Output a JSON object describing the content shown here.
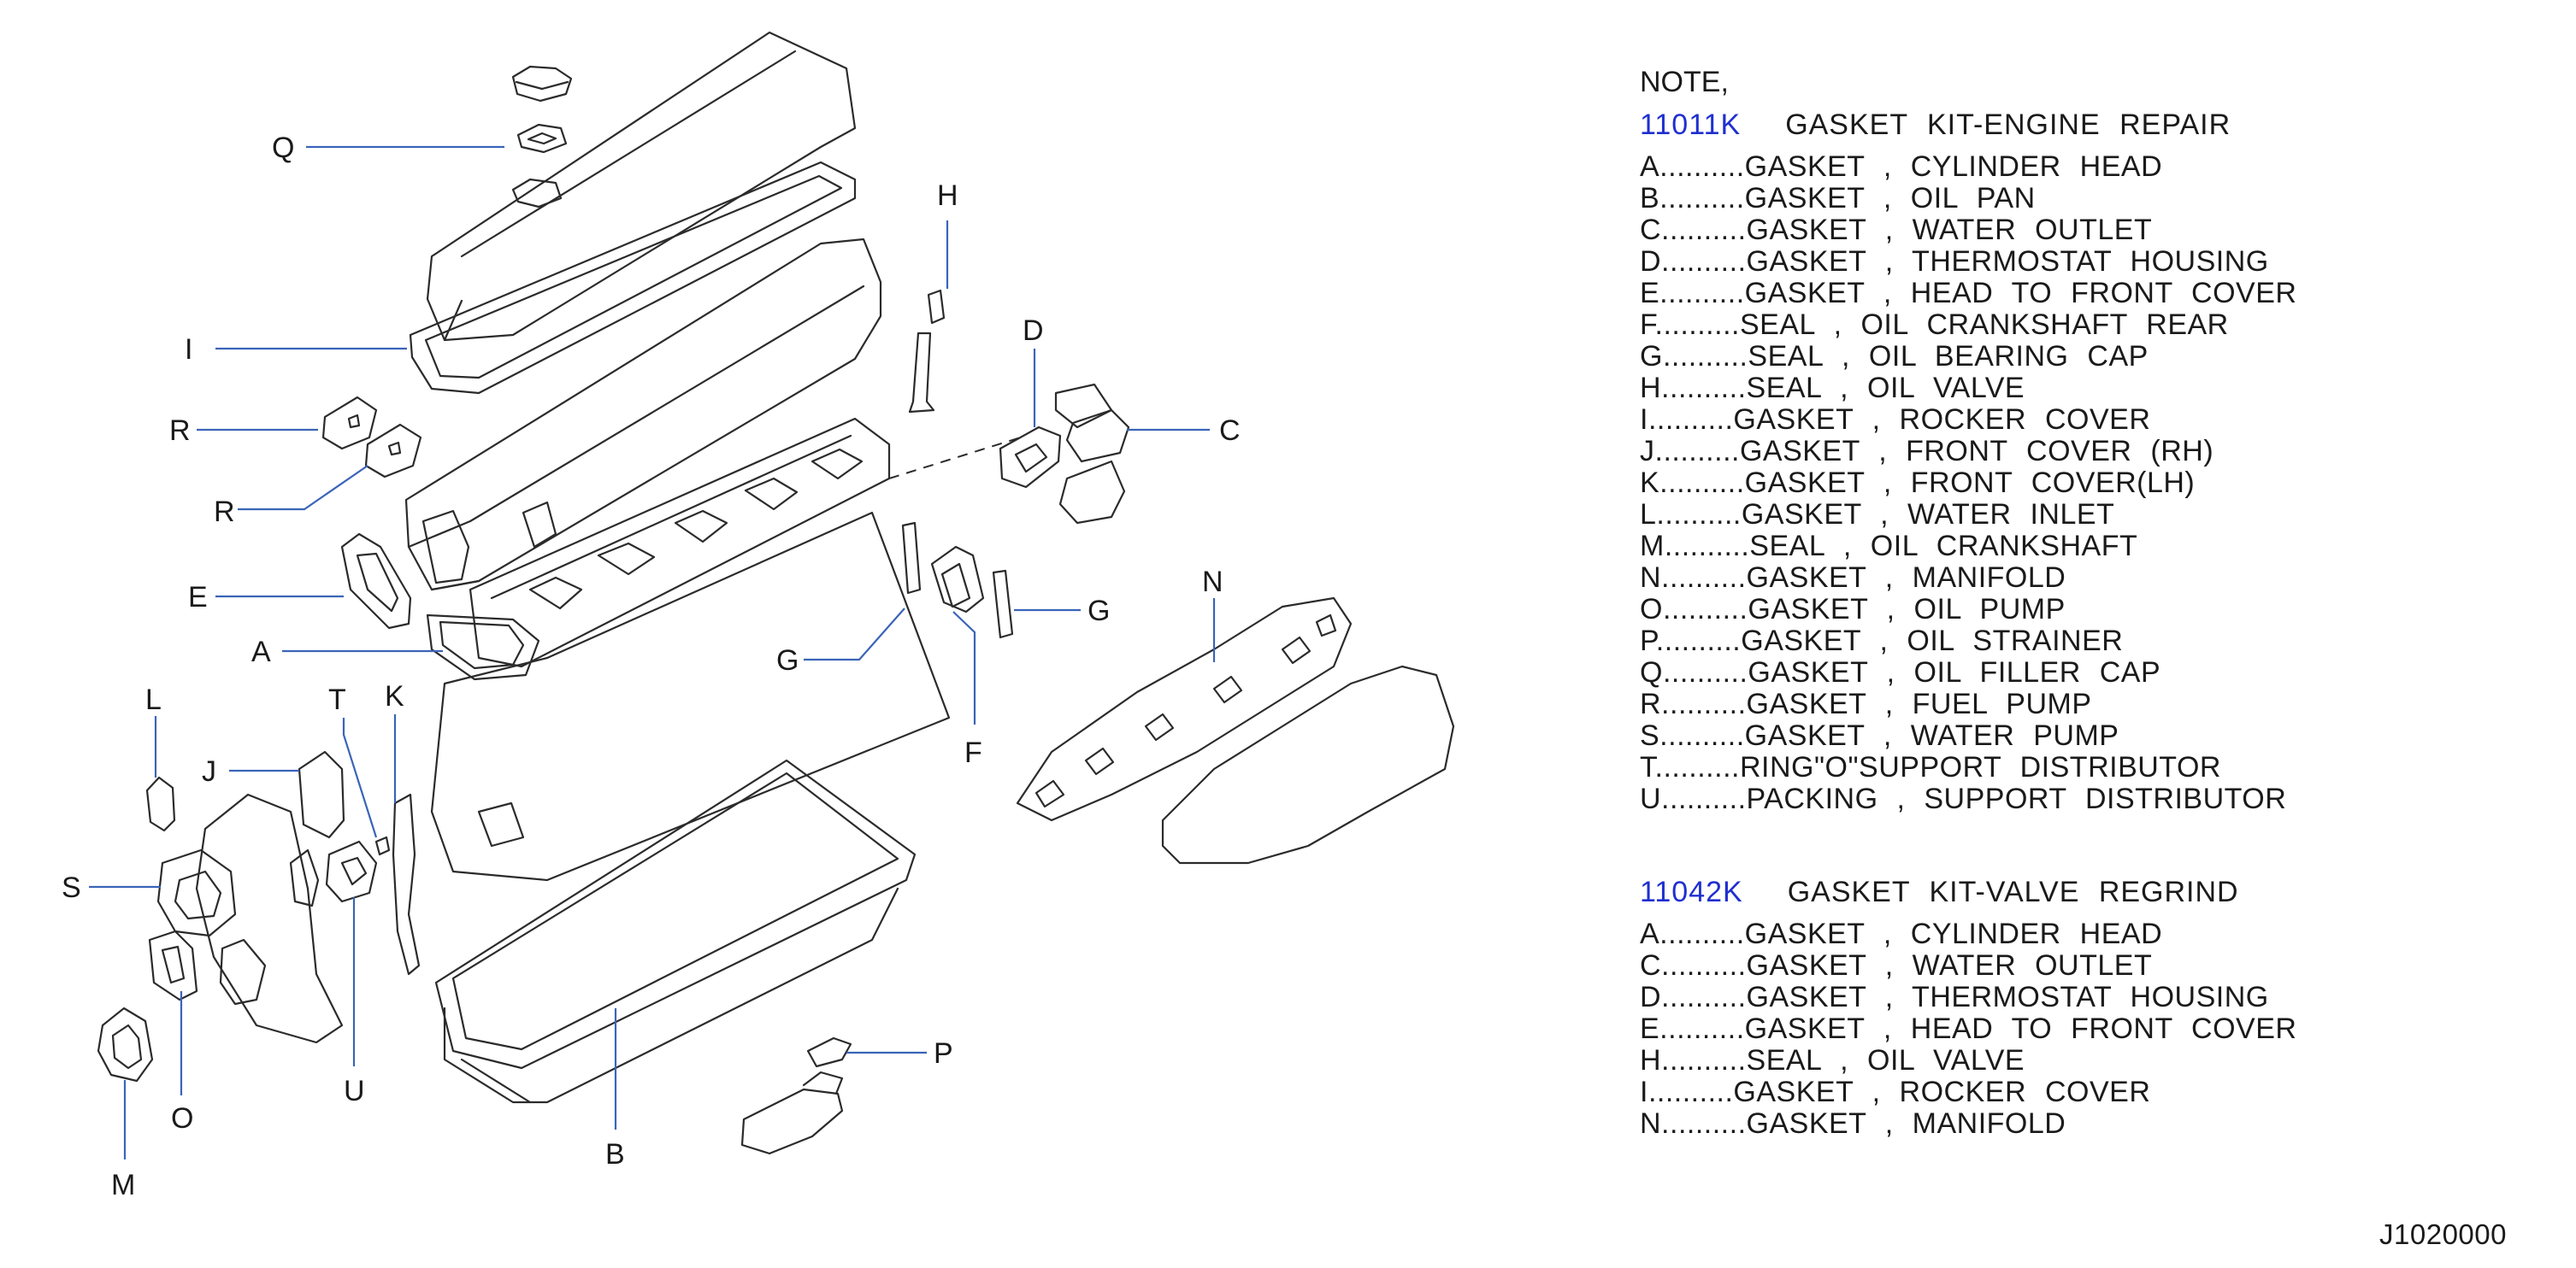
{
  "diagram": {
    "callouts": [
      "Q",
      "H",
      "I",
      "D",
      "C",
      "R",
      "R",
      "E",
      "A",
      "N",
      "G",
      "G",
      "T",
      "K",
      "L",
      "J",
      "S",
      "F",
      "U",
      "O",
      "P",
      "M",
      "B"
    ]
  },
  "notes": {
    "heading": "NOTE,",
    "kit1": {
      "code": "11011K",
      "title": "GASKET  KIT-ENGINE  REPAIR",
      "items": [
        "A..........GASKET  ,  CYLINDER  HEAD",
        "B..........GASKET  ,  OIL  PAN",
        "C..........GASKET  ,  WATER  OUTLET",
        "D..........GASKET  ,  THERMOSTAT  HOUSING",
        "E..........GASKET  ,  HEAD  TO  FRONT  COVER",
        "F..........SEAL  ,  OIL  CRANKSHAFT  REAR",
        "G..........SEAL  ,  OIL  BEARING  CAP",
        "H..........SEAL  ,  OIL  VALVE",
        "I..........GASKET  ,  ROCKER  COVER",
        "J..........GASKET  ,  FRONT  COVER  (RH)",
        "K..........GASKET  ,  FRONT  COVER(LH)",
        "L..........GASKET  ,  WATER  INLET",
        "M..........SEAL  ,  OIL  CRANKSHAFT",
        "N..........GASKET  ,  MANIFOLD",
        "O..........GASKET  ,  OIL  PUMP",
        "P..........GASKET  ,  OIL  STRAINER",
        "Q..........GASKET  ,  OIL  FILLER  CAP",
        "R..........GASKET  ,  FUEL  PUMP",
        "S..........GASKET  ,  WATER  PUMP",
        "T..........RING\"O\"SUPPORT  DISTRIBUTOR",
        "U..........PACKING  ,  SUPPORT  DISTRIBUTOR"
      ]
    },
    "kit2": {
      "code": "11042K",
      "title": "GASKET  KIT-VALVE  REGRIND",
      "items": [
        "A..........GASKET  ,  CYLINDER  HEAD",
        "C..........GASKET  ,  WATER  OUTLET",
        "D..........GASKET  ,  THERMOSTAT  HOUSING",
        "E..........GASKET  ,  HEAD  TO  FRONT  COVER",
        "H..........SEAL  ,  OIL  VALVE",
        "I..........GASKET  ,  ROCKER  COVER",
        "N..........GASKET  ,  MANIFOLD"
      ]
    }
  },
  "reference_code": "J1020000"
}
